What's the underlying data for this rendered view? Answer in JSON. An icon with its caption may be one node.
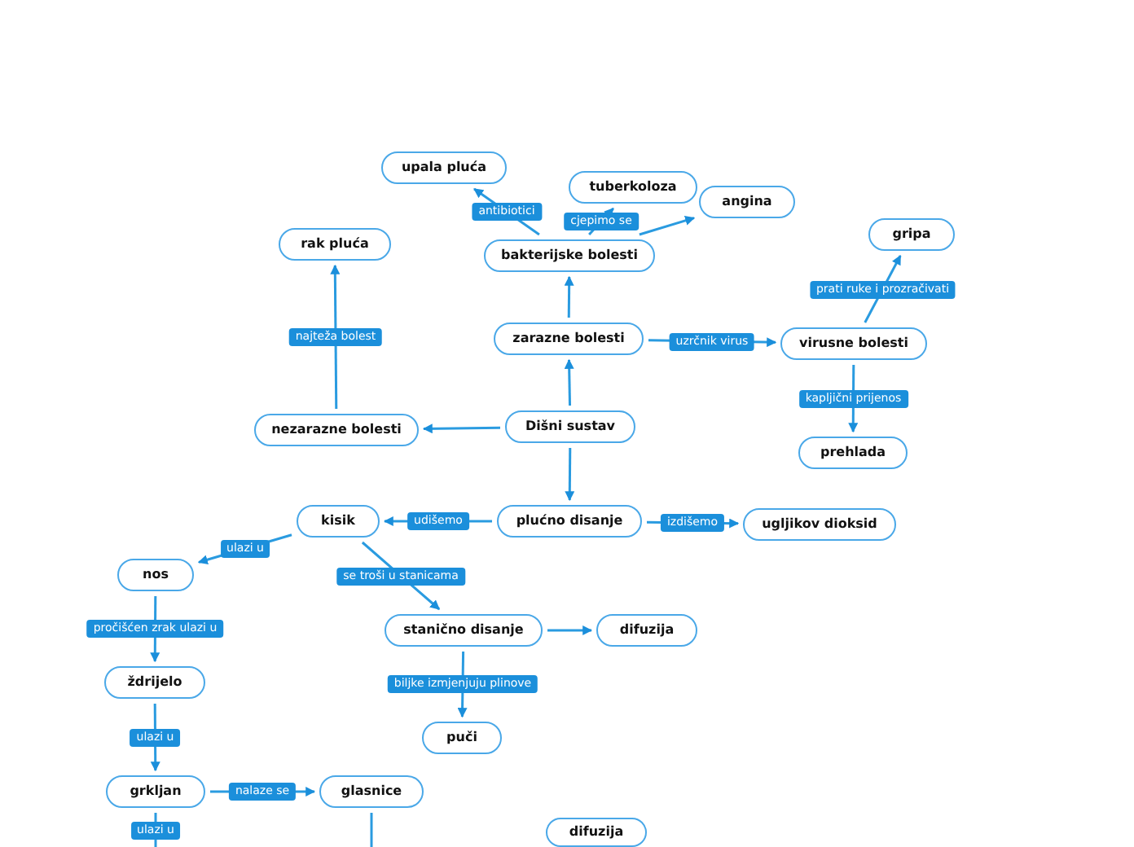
{
  "diagram": {
    "nodes": [
      {
        "text": [
          "upala pluća"
        ]
      },
      {
        "text": [
          "tuberkoloza"
        ]
      },
      {
        "text": [
          "angina"
        ]
      },
      {
        "text": [
          "rak pluća"
        ]
      },
      {
        "text": [
          "bakterijske bolesti"
        ]
      },
      {
        "text": [
          "gripa"
        ]
      },
      {
        "text": [
          "zarazne bolesti"
        ]
      },
      {
        "text": [
          "virusne bolesti"
        ]
      },
      {
        "text": [
          "nezarazne bolesti"
        ]
      },
      {
        "text": [
          "Dišni sustav"
        ]
      },
      {
        "text": [
          "prehlada"
        ]
      },
      {
        "text": [
          "kisik"
        ]
      },
      {
        "text": [
          "plućno disanje"
        ]
      },
      {
        "text": [
          "ugljikov dioksid"
        ]
      },
      {
        "text": [
          "nos"
        ]
      },
      {
        "text": [
          "stanično disanje"
        ]
      },
      {
        "text": [
          "difuzija"
        ]
      },
      {
        "text": [
          "ždrijelo"
        ]
      },
      {
        "text": [
          "puči"
        ]
      },
      {
        "text": [
          "grkljan"
        ]
      },
      {
        "text": [
          "glasnice"
        ]
      },
      {
        "text": [
          "difuzija"
        ]
      }
    ],
    "edges": [
      {
        "from": 9,
        "to": 6,
        "arrow": "to"
      },
      {
        "from": 6,
        "to": 4,
        "arrow": "to"
      },
      {
        "from": 4,
        "to": 0,
        "arrow": "to",
        "label": "antibiotici"
      },
      {
        "from": 4,
        "to": 1,
        "arrow": "to",
        "label": "cjepimo se"
      },
      {
        "from": 4,
        "to": 2,
        "arrow": "to"
      },
      {
        "from": 9,
        "to": 8,
        "arrow": "to"
      },
      {
        "from": 8,
        "to": 3,
        "arrow": "to",
        "label": "najteža bolest"
      },
      {
        "from": 6,
        "to": 7,
        "arrow": "to",
        "label": "uzrčnik virus"
      },
      {
        "from": 7,
        "to": 5,
        "arrow": "to",
        "label": "prati ruke i prozračivati"
      },
      {
        "from": 7,
        "to": 10,
        "arrow": "to",
        "label": "kapljični prijenos"
      },
      {
        "from": 9,
        "to": 12,
        "arrow": "to"
      },
      {
        "from": 12,
        "to": 11,
        "arrow": "to",
        "label": "udišemo"
      },
      {
        "from": 12,
        "to": 13,
        "arrow": "to",
        "label": "izdišemo"
      },
      {
        "from": 11,
        "to": 14,
        "arrow": "to",
        "label": "ulazi u"
      },
      {
        "from": 11,
        "to": 15,
        "arrow": "to",
        "label": "se troši u stanicama"
      },
      {
        "from": 14,
        "to": 17,
        "arrow": "to",
        "label": "pročišćen zrak ulazi u"
      },
      {
        "from": 15,
        "to": 16,
        "arrow": "to"
      },
      {
        "from": 15,
        "to": 18,
        "arrow": "to",
        "label": "biljke izmjenjuju plinove"
      },
      {
        "from": 17,
        "to": 19,
        "arrow": "to",
        "label": "ulazi u"
      },
      {
        "from": 19,
        "to": 20,
        "arrow": "to",
        "label": "nalaze se"
      },
      {
        "from": 19,
        "to": null,
        "arrow": "none",
        "label": "ulazi u"
      },
      {
        "from": 20,
        "to": null,
        "arrow": "none"
      }
    ]
  }
}
